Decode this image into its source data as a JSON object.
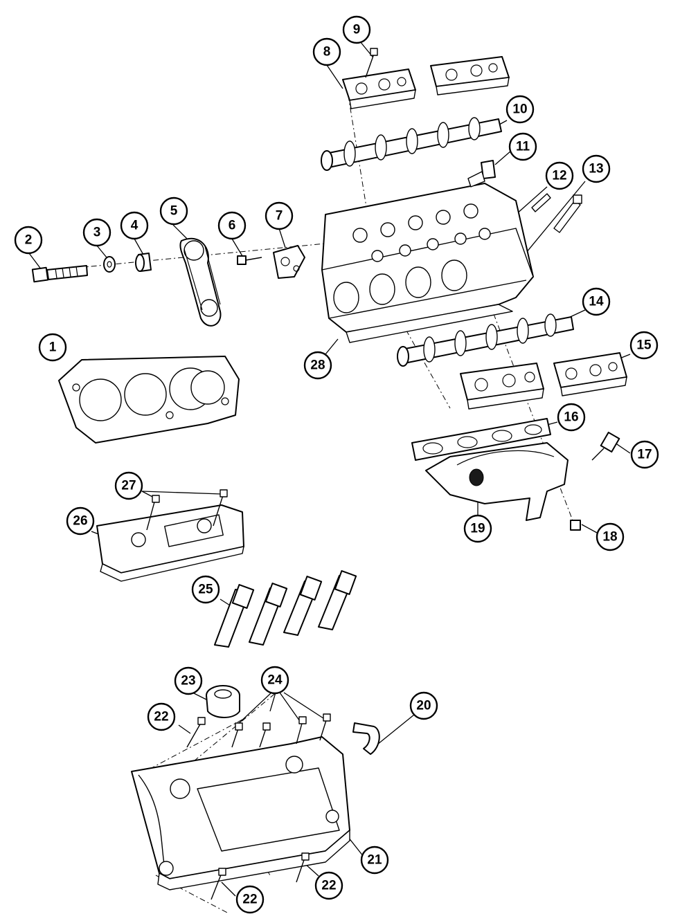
{
  "callouts": [
    {
      "id": "1",
      "label": "1"
    },
    {
      "id": "2",
      "label": "2"
    },
    {
      "id": "3",
      "label": "3"
    },
    {
      "id": "4",
      "label": "4"
    },
    {
      "id": "5",
      "label": "5"
    },
    {
      "id": "6",
      "label": "6"
    },
    {
      "id": "7",
      "label": "7"
    },
    {
      "id": "8",
      "label": "8"
    },
    {
      "id": "9",
      "label": "9"
    },
    {
      "id": "10",
      "label": "10"
    },
    {
      "id": "11",
      "label": "11"
    },
    {
      "id": "12",
      "label": "12"
    },
    {
      "id": "13",
      "label": "13"
    },
    {
      "id": "14",
      "label": "14"
    },
    {
      "id": "15",
      "label": "15"
    },
    {
      "id": "16",
      "label": "16"
    },
    {
      "id": "17",
      "label": "17"
    },
    {
      "id": "18",
      "label": "18"
    },
    {
      "id": "19",
      "label": "19"
    },
    {
      "id": "20",
      "label": "20"
    },
    {
      "id": "21",
      "label": "21"
    },
    {
      "id": "22a",
      "label": "22"
    },
    {
      "id": "22b",
      "label": "22"
    },
    {
      "id": "22c",
      "label": "22"
    },
    {
      "id": "23",
      "label": "23"
    },
    {
      "id": "24",
      "label": "24"
    },
    {
      "id": "25",
      "label": "25"
    },
    {
      "id": "26",
      "label": "26"
    },
    {
      "id": "27",
      "label": "27"
    },
    {
      "id": "28",
      "label": "28"
    }
  ]
}
